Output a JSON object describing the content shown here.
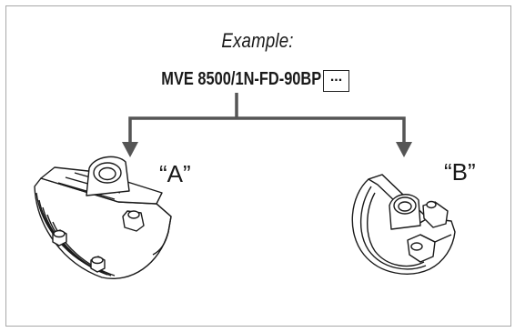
{
  "example_label": "Example:",
  "model_code": "MVE 8500/1N-FD-90BP",
  "suffix_placeholder": "...",
  "variants": [
    {
      "label": "“A”"
    },
    {
      "label": "“B”"
    }
  ],
  "colors": {
    "arrow": "#555555",
    "stroke": "#1a1a1a",
    "frame": "#a8a8a8"
  }
}
